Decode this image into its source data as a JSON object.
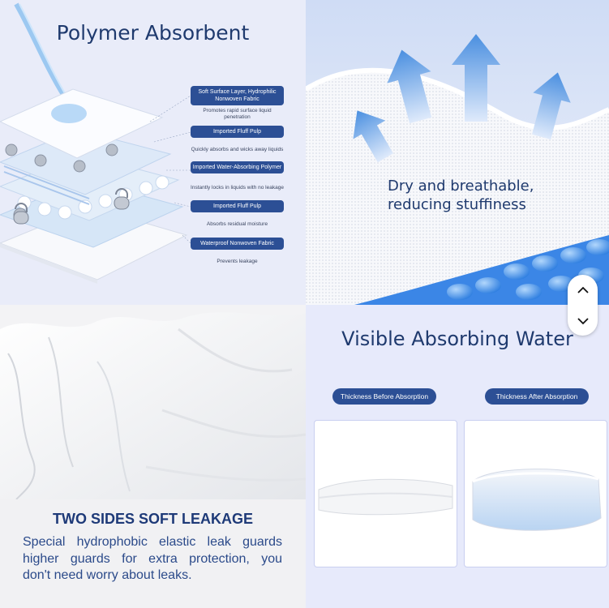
{
  "q1": {
    "title": "Polymer Absorbent",
    "layers": [
      {
        "label": "Soft Surface Layer, Hydrophilic Nonwoven Fabric",
        "desc": "Promotes rapid surface liquid penetration"
      },
      {
        "label": "Imported Fluff Pulp",
        "desc": "Quickly absorbs and wicks away liquids"
      },
      {
        "label": "Imported Water-Absorbing Polymer",
        "desc": "Instantly locks in liquids with no leakage"
      },
      {
        "label": "Imported Fluff Pulp",
        "desc": "Absorbs residual moisture"
      },
      {
        "label": "Waterproof Nonwoven Fabric",
        "desc": "Prevents leakage"
      }
    ]
  },
  "q2": {
    "line1": "Dry and breathable,",
    "line2": "reducing stuffiness"
  },
  "q3": {
    "title": "TWO SIDES SOFT LEAKAGE",
    "body_line1": "Special hydrophobic elastic leak guards",
    "body_line2": "higher guards for extra protection, you",
    "body_line3": "don't need worry about leaks."
  },
  "q4": {
    "title": "Visible Absorbing Water",
    "before_label": "Thickness Before Absorption",
    "after_label": "Thickness After Absorption"
  },
  "scroll": {
    "up_icon": "chevron-up-icon",
    "down_icon": "chevron-down-icon"
  },
  "colors": {
    "navy": "#1f3a6e",
    "pill": "#2c4f95",
    "accent_blue": "#4a8fe0"
  }
}
